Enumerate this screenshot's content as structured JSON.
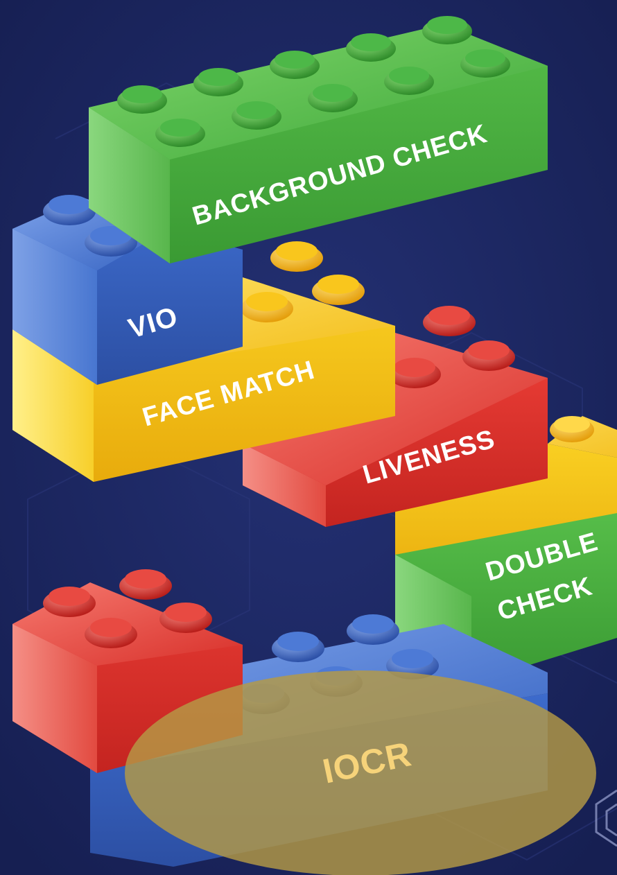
{
  "background_color": "#1b2560",
  "bricks": [
    {
      "id": "background-check",
      "label": "BACKGROUND CHECK",
      "color": "green"
    },
    {
      "id": "vio",
      "label": "VIO",
      "color": "blue"
    },
    {
      "id": "face-match",
      "label": "FACE MATCH",
      "color": "yellow"
    },
    {
      "id": "liveness",
      "label": "LIVENESS",
      "color": "red"
    },
    {
      "id": "double-check",
      "label_line1": "DOUBLE",
      "label_line2": "CHECK",
      "color": "green"
    },
    {
      "id": "iocr",
      "label": "IOCR",
      "color": "blue",
      "highlighted": true
    }
  ],
  "colors": {
    "green": "#4db848",
    "blue": "#3f6cc4",
    "yellow": "#f5c518",
    "red": "#e2322e",
    "highlight": "#b59a45",
    "highlight_text": "#f6d37a",
    "label_text": "#ffffff"
  },
  "corner_icon": "hexagon-logo-icon"
}
